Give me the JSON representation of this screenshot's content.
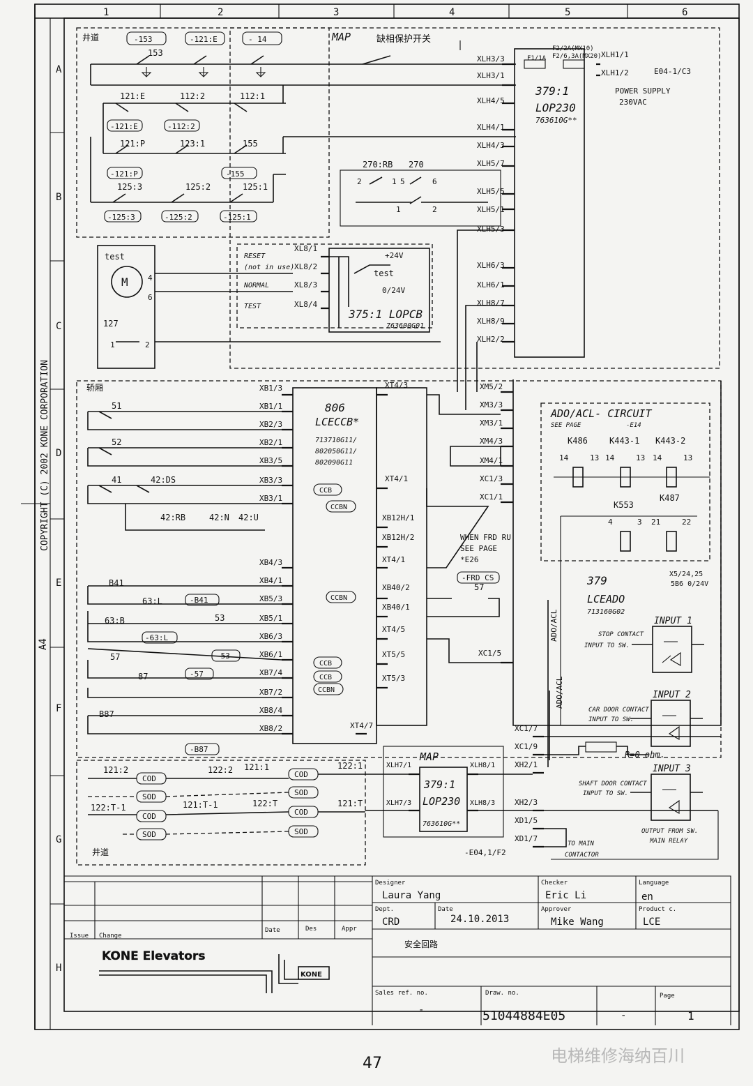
{
  "columns": [
    "1",
    "2",
    "3",
    "4",
    "5",
    "6"
  ],
  "rows": [
    "A",
    "B",
    "C",
    "D",
    "E",
    "F",
    "G",
    "H"
  ],
  "sheet_size": "A4",
  "copyright": "COPYRIGHT (C) 2002 KONE CORPORATION",
  "shaft_label_top": "井道",
  "shaft_label_bottom": "井道",
  "car_label": "轿厢",
  "map_top": {
    "title": "MAP",
    "switch": "缺相保护开关"
  },
  "shaft_switches_row1": [
    "-153",
    "153",
    "-121:E",
    "- 14"
  ],
  "shaft_switches_row2": [
    "121:E",
    "112:2",
    "112:1",
    "-121:E",
    "-112:2"
  ],
  "shaft_switches_row3": [
    "121:P",
    "123:1",
    "155",
    "-121:P",
    "-155"
  ],
  "shaft_switches_row4": [
    "125:3",
    "125:2",
    "125:1",
    "-125:3",
    "-125:2",
    "-125:1"
  ],
  "lop230_top": {
    "id": "379:1",
    "name": "LOP230",
    "code": "763610G**"
  },
  "fuses": {
    "f1": "F1/1A",
    "f2a": "F2/2A(MX10)",
    "f2b": "F2/6,3A(MX20)"
  },
  "power": {
    "xlh1_1": "XLH1/1",
    "xlh1_2": "XLH1/2",
    "ref": "E04-1/C3",
    "label": "POWER SUPPLY",
    "volt": "230VAC"
  },
  "xlh_terminals": [
    "XLH3/3",
    "XLH3/1",
    "XLH4/5",
    "XLH4/1",
    "XLH4/3",
    "XLH5/7",
    "XLH5/5",
    "XLH5/1",
    "XLH5/3",
    "XLH6/3",
    "XLH6/1",
    "XLH8/7",
    "XLH8/9",
    "XLH2/2"
  ],
  "relay_270": {
    "a": "270:RB",
    "b": "270",
    "p2": "2",
    "p1": "1",
    "p5": "5",
    "p6": "6",
    "q1": "1",
    "q2": "2"
  },
  "test_box": {
    "title": "test",
    "motor": "M",
    "p4": "4",
    "p6": "6",
    "sw": "127",
    "s1": "1",
    "s2": "2"
  },
  "lopcb": {
    "reset": "RESET",
    "notuse": "(not in use)",
    "normal": "NORMAL",
    "test": "TEST",
    "xl": [
      "XL8/1",
      "XL8/2",
      "XL8/3",
      "XL8/4"
    ],
    "v24": "+24V",
    "t": "test",
    "v0": "0/24V",
    "id": "375:1 LOPCB",
    "code": "763600G01"
  },
  "lceccb": {
    "id": "806",
    "name": "LCECCB*",
    "codes": [
      "713710G11/",
      "802050G11/",
      "802090G11"
    ]
  },
  "xb_terminals": [
    "XB1/3",
    "XB1/1",
    "XB2/3",
    "XB2/1",
    "XB3/5",
    "XB3/3",
    "XB3/1",
    "XB4/3",
    "XB4/1",
    "XB5/3",
    "XB5/1",
    "XB6/3",
    "XB6/1",
    "XB7/4",
    "XB7/2",
    "XB8/4",
    "XB8/2"
  ],
  "xt_terminals": [
    "XT4/3",
    "XT4/1",
    "XB12H/1",
    "XB12H/2",
    "XT4/1",
    "XB40/2",
    "XB40/1",
    "XT4/5",
    "XT5/5",
    "XT5/3",
    "XT4/7"
  ],
  "ccb": {
    "ccb": "CCB",
    "ccbn": "CCBN"
  },
  "car_switches": {
    "s51": "51",
    "s52": "52",
    "s41": "41",
    "s42ds": "42:DS",
    "s42rb": "42:RB",
    "s42n": "42:N",
    "s42u": "42:U",
    "b41": "B41",
    "nb41": "-B41",
    "s63l": "63:L",
    "n63l": "-63:L",
    "s63b": "63:B",
    "s53": "53",
    "n53": "-53",
    "s57": "57",
    "n57": "-57",
    "s87": "87",
    "b87": "B87",
    "nb87": "-B87"
  },
  "frd": {
    "l1": "WHEN FRD RU",
    "l2": "SEE PAGE",
    "l3": "*E26",
    "cs": "-FRD CS",
    "s57": "57"
  },
  "xm_terminals": [
    "XM5/2",
    "XM3/3",
    "XM3/1",
    "XM4/3",
    "XM4/1",
    "XC1/3",
    "XC1/1",
    "XC1/5"
  ],
  "ado": {
    "title": "ADO/ACL- CIRCUIT",
    "see": "SEE PAGE",
    "ref": "-E14",
    "k486": "K486",
    "k443_1": "K443-1",
    "k443_2": "K443-2",
    "k553": "K553",
    "k487": "K487",
    "c14": "14",
    "c13": "13",
    "c4": "4",
    "c3": "3",
    "c21": "21",
    "c22": "22",
    "adoacl": "ADO/ACL"
  },
  "lceado": {
    "id": "379",
    "name": "LCEADO",
    "code": "713160G02",
    "x5": "X5/24,25",
    "sbg": "5B6 0/24V"
  },
  "inputs": [
    {
      "title": "INPUT 1",
      "l1": "STOP CONTACT",
      "l2": "INPUT TO SW."
    },
    {
      "title": "INPUT 2",
      "l1": "CAR DOOR CONTACT",
      "l2": "INPUT TO SW."
    },
    {
      "title": "INPUT 3",
      "l1": "SHAFT DOOR CONTACT",
      "l2": "INPUT TO SW."
    }
  ],
  "output": {
    "l1": "OUTPUT FROM SW.",
    "l2": "MAIN RELAY"
  },
  "resistor": "R=0 ohm.",
  "xc_bottom": [
    "XC1/7",
    "XC1/9",
    "XH2/1",
    "XH2/3",
    "XD1/5",
    "XD1/7"
  ],
  "to_main": {
    "l1": "TO MAIN",
    "l2": "CONTACTOR"
  },
  "map_bottom": {
    "title": "MAP",
    "id": "379:1",
    "name": "LOP230",
    "code": "763610G**",
    "xl": [
      "XLH7/1",
      "XLH7/3",
      "XLH8/1",
      "XLH8/3"
    ],
    "ref": "-E04,1/F2"
  },
  "shaft_bottom": {
    "s121_2": "121:2",
    "s122_2": "122:2",
    "s121_1": "121:1",
    "s122_1": "122:1",
    "s122t1": "122:T-1",
    "s121t1": "121:T-1",
    "s122t": "122:T",
    "s121t": "121:T",
    "cod": "COD",
    "sod": "SOD"
  },
  "titleblock": {
    "designer_label": "Designer",
    "designer": "Laura Yang",
    "checker_label": "Checker",
    "checker": "Eric Li",
    "language_label": "Language",
    "language": "en",
    "dept_label": "Dept.",
    "dept": "CRD",
    "date_label": "Date",
    "date": "24.10.2013",
    "approver_label": "Approver",
    "approver": "Mike Wang",
    "product_label": "Product c.",
    "product": "LCE",
    "issue": "Issue",
    "change": "Change",
    "date_col": "Date",
    "des": "Des",
    "appr": "Appr",
    "company": "KONE Elevators",
    "kone": "KONE",
    "title": "安全回路",
    "sales_label": "Sales ref. no.",
    "sales": "-",
    "draw_label": "Draw. no.",
    "draw": "51044884E05",
    "draw_dash": "-",
    "page_label": "Page",
    "page": "1"
  },
  "page_number": "47",
  "watermark": "电梯维修海纳百川"
}
